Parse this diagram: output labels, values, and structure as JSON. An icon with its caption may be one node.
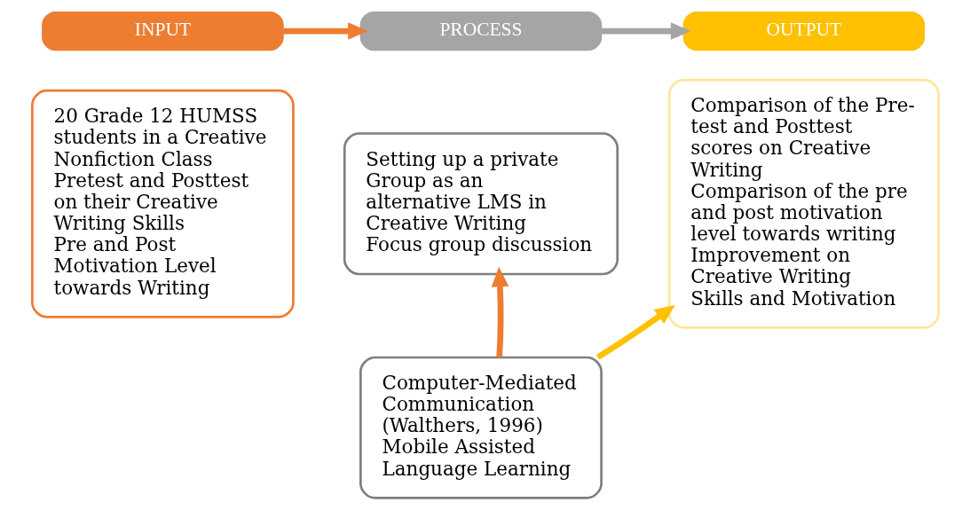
{
  "diagram": {
    "nodes": [
      {
        "text": [
          "INPUT"
        ]
      },
      {
        "text": [
          "20 Grade 12 HUMSS students in a Creative Nonfiction Class",
          "Pretest and Posttest on their Creative Writing Skills",
          "Pre and Post Motivation Level towards Writing"
        ]
      },
      {
        "text": [
          "PROCESS"
        ]
      },
      {
        "text": [
          "Setting up a private Group as an alternative LMS in Creative Writing",
          "Focus group discussion"
        ]
      },
      {
        "text": [
          "OUTPUT"
        ]
      },
      {
        "text": [
          "Comparison of the Pre-test and Posttest scores on Creative Writing",
          "Comparison of the pre and post motivation level towards writing",
          "Improvement on Creative Writing Skills and Motivation"
        ]
      },
      {
        "text": [
          "Computer-Mediated Communication (Walthers, 1996)",
          "Mobile Assisted Language Learning"
        ]
      }
    ],
    "edges": [
      {
        "from": 0,
        "to": 2,
        "arrow": "to",
        "color": "#ed7d31"
      },
      {
        "from": 2,
        "to": 4,
        "arrow": "to",
        "color": "#a5a5a5"
      },
      {
        "from": 6,
        "to": 3,
        "arrow": "to",
        "color": "#ed7d31"
      },
      {
        "from": 6,
        "to": 5,
        "arrow": "to",
        "color": "#ffc000"
      }
    ]
  }
}
